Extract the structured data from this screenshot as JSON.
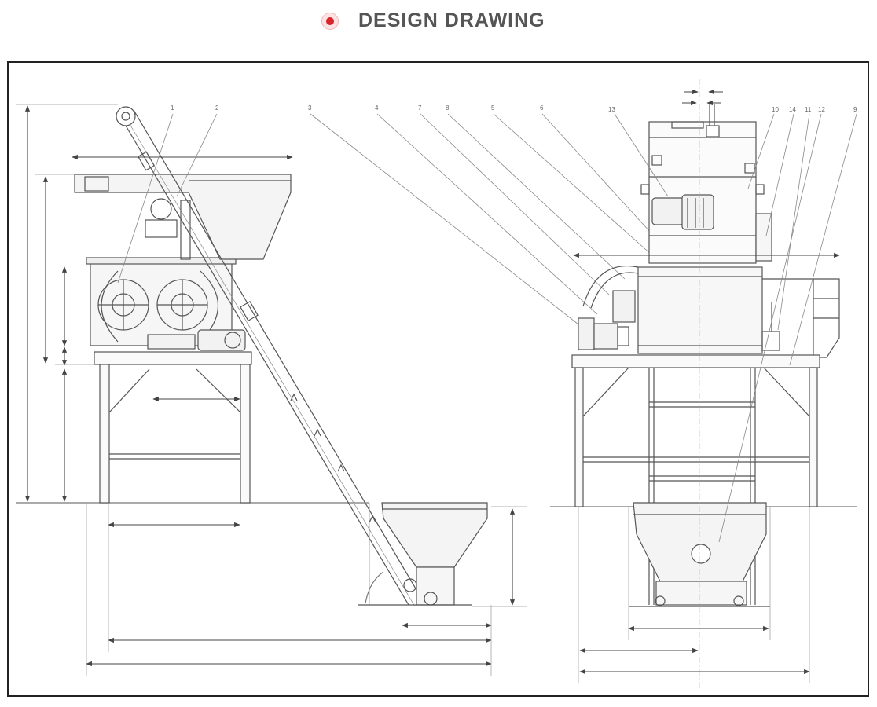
{
  "header": {
    "title": "DESIGN DRAWING",
    "accent_color": "#d8262b",
    "bullet_icon": "record-dot-icon"
  },
  "drawing": {
    "side_view_callouts": [
      "1",
      "2",
      "3",
      "4",
      "7",
      "8",
      "5",
      "6"
    ],
    "front_view_callouts": [
      "13",
      "10",
      "14",
      "11",
      "12",
      "9"
    ]
  }
}
